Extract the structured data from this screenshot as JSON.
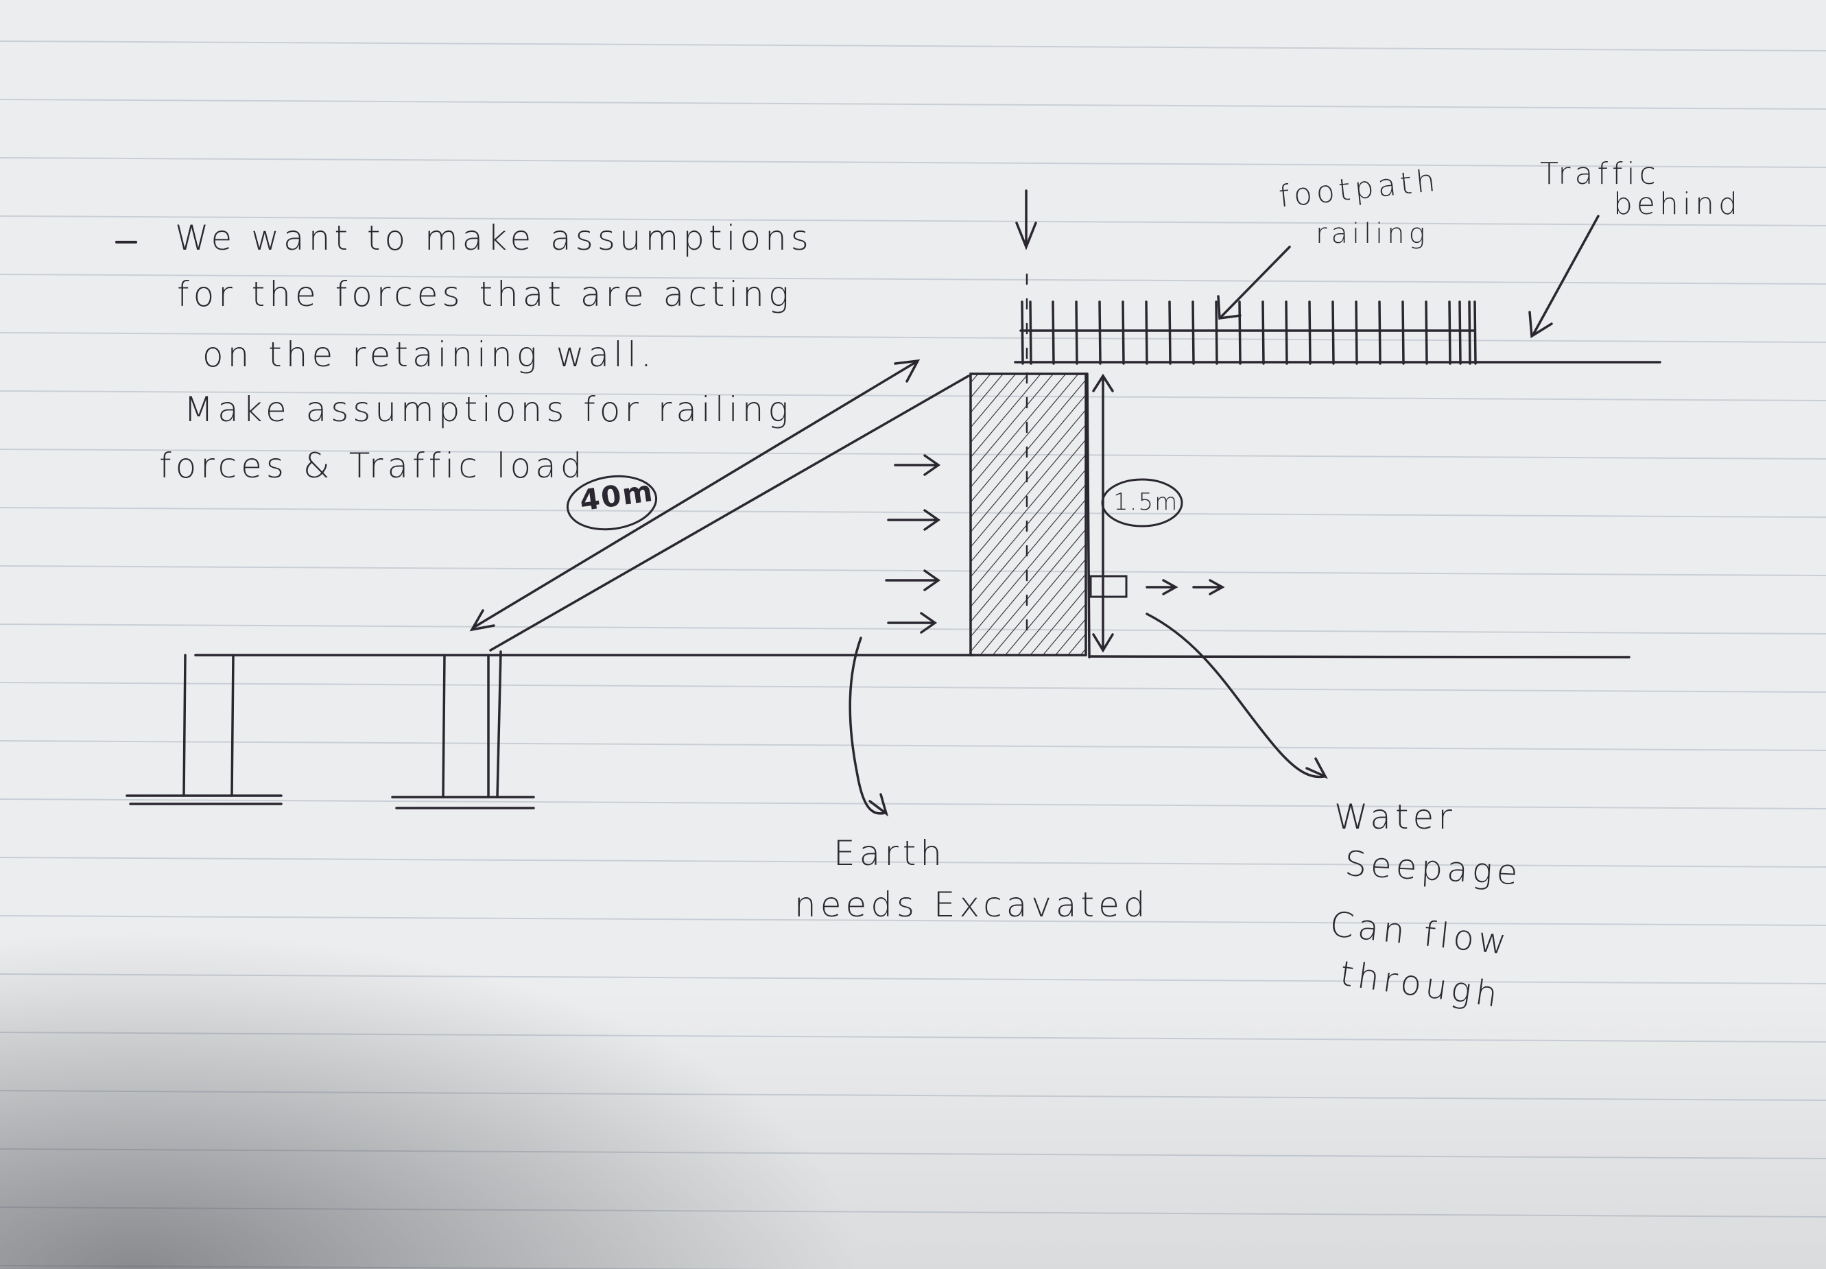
{
  "notes": {
    "line1": "We want to make assumptions",
    "line2": "for the forces that are acting",
    "line3": "on the retaining wall.",
    "line4": "Make assumptions for railing",
    "line5": "forces & Traffic load"
  },
  "labels": {
    "length": "40m",
    "height": "1.5m",
    "footpath_1": "footpath",
    "footpath_2": "railing",
    "traffic_1": "Traffic",
    "traffic_2": "behind",
    "earth_1": "Earth",
    "earth_2": "needs Excavated",
    "water_1": "Water",
    "water_2": "Seepage",
    "water_3": "Can flow",
    "water_4": "through"
  },
  "colors": {
    "ink": "#2a2730",
    "paper": "#ecedee",
    "rule": "#c9cfd6"
  }
}
